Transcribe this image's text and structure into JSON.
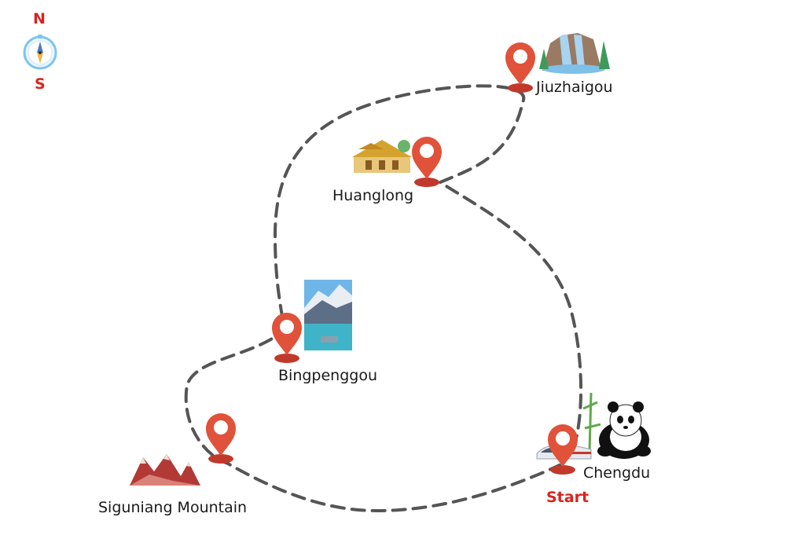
{
  "compass": {
    "north": "N",
    "south": "S"
  },
  "destinations": [
    {
      "name": "Jiuzhaigou",
      "icon": "waterfall-icon"
    },
    {
      "name": "Huanglong",
      "icon": "temple-icon"
    },
    {
      "name": "Bingpenggou",
      "icon": "glacier-lake-photo-icon"
    },
    {
      "name": "Siguniang Mountain",
      "icon": "mountain-icon"
    },
    {
      "name": "Chengdu",
      "icon": "panda-icon"
    }
  ],
  "start": {
    "label": "Start",
    "icon": "train-icon"
  },
  "colors": {
    "pin": "#e0523a",
    "pin_shadow": "#c0392b",
    "route": "#555555",
    "start_label": "#d9231e",
    "compass_ring": "#7fc4ee"
  }
}
